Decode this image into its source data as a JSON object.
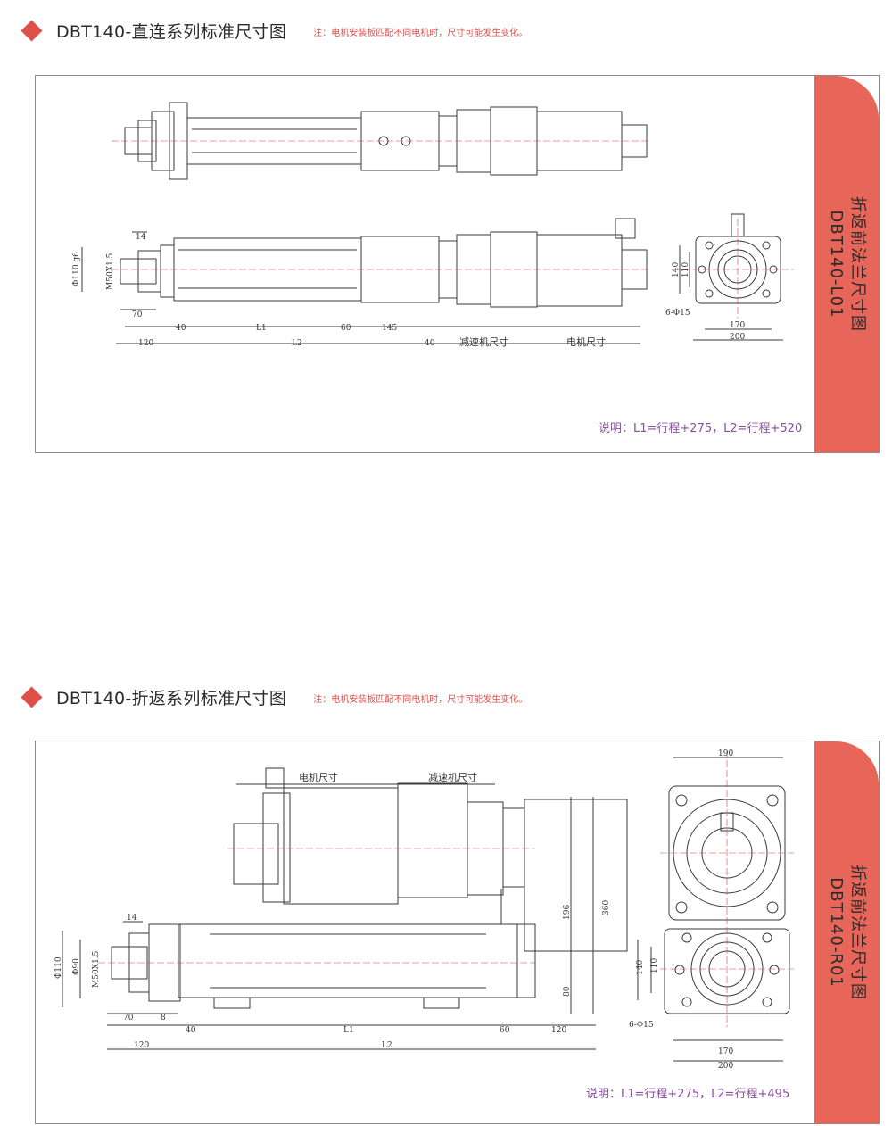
{
  "colors": {
    "accent": "#e0504a",
    "tab": "#e8655a",
    "note": "#8b4fa0"
  },
  "section1": {
    "title": "DBT140-直连系列标准尺寸图",
    "note": "注：电机安装板匹配不同电机时，尺寸可能发生变化。",
    "tab_line1": "折返前法兰尺寸图",
    "tab_line2": "DBT140-L01",
    "remark": "说明：L1=行程+275，L2=行程+520",
    "dims": {
      "d14": "14",
      "phi110": "Φ110 g6",
      "m50": "M50X1.5",
      "d70": "70",
      "d40": "40",
      "L1": "L1",
      "d60": "60",
      "d145": "145",
      "d120": "120",
      "L2": "L2",
      "d40b": "40",
      "reducer": "减速机尺寸",
      "motor": "电机尺寸",
      "d140": "140",
      "d110": "110",
      "holes": "6-Φ15",
      "d170": "170",
      "d200": "200"
    }
  },
  "section2": {
    "title": "DBT140-折返系列标准尺寸图",
    "note": "注：电机安装板匹配不同电机时，尺寸可能发生变化。",
    "tab_line1": "折返前法兰尺寸图",
    "tab_line2": "DBT140-R01",
    "remark": "说明：L1=行程+275，L2=行程+495",
    "dims": {
      "motor": "电机尺寸",
      "reducer": "减速机尺寸",
      "d14": "14",
      "phi110": "Φ110",
      "phi90": "Φ90",
      "m50": "M50X1.5",
      "d70": "70",
      "d8": "8",
      "d40": "40",
      "L1": "L1",
      "d60": "60",
      "d120": "120",
      "d120b": "120",
      "L2": "L2",
      "d196": "196",
      "d360": "360",
      "d80": "80",
      "d190": "190",
      "d140": "140",
      "d110": "110",
      "holes": "6-Φ15",
      "d170": "170",
      "d200": "200"
    }
  }
}
